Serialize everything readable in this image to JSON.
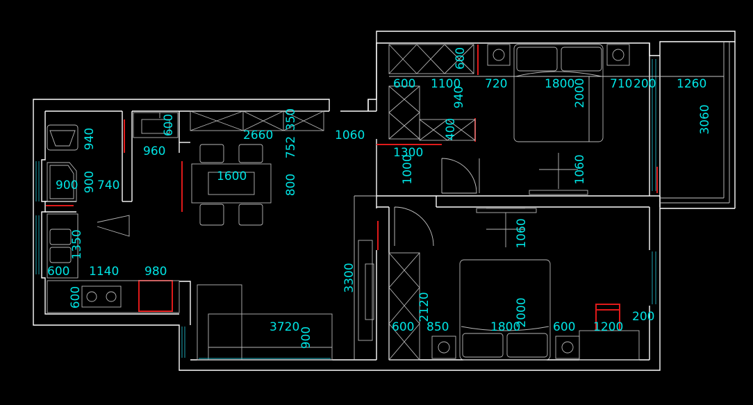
{
  "colors": {
    "background": "#000000",
    "wall": "#ffffff",
    "dimension_text": "#00e5e5",
    "furniture": "#b9b9b9",
    "accent_red": "#e01a1a",
    "window_cyan": "#1fb5c4"
  },
  "dimensions": {
    "bath_940": "940",
    "bath_900": "900",
    "bath_900b": "900",
    "bath_740": "740",
    "laundry_600": "600",
    "laundry_960": "960",
    "cab_350": "350",
    "cab_2660": "2660",
    "dining_752": "752",
    "dining_1600": "1600",
    "dining_800": "800",
    "hall_1060": "1060",
    "hall_1300": "1300",
    "hall_1000": "1000",
    "kitchen_1350": "1350",
    "kitchen_600": "600",
    "kitchen_1140": "1140",
    "kitchen_980": "980",
    "kitchen_600b": "600",
    "living_3300": "3300",
    "living_3720": "3720",
    "living_900": "900",
    "bed1_600": "600",
    "bed1_600b": "600",
    "bed1_1100": "1100",
    "bed1_940": "940",
    "bed1_400": "400",
    "bed1_720": "720",
    "bed1_1800": "1800",
    "bed1_2000": "2000",
    "bed1_710": "710",
    "bed1_200": "200",
    "bed1_1260": "1260",
    "bed1_3060": "3060",
    "bed1_1060": "1060",
    "bed2_1060": "1060",
    "bed2_2120": "2120",
    "bed2_600": "600",
    "bed2_850": "850",
    "bed2_1800": "1800",
    "bed2_2000": "2000",
    "bed2_600b": "600",
    "bed2_1200": "1200",
    "bed2_200": "200"
  }
}
